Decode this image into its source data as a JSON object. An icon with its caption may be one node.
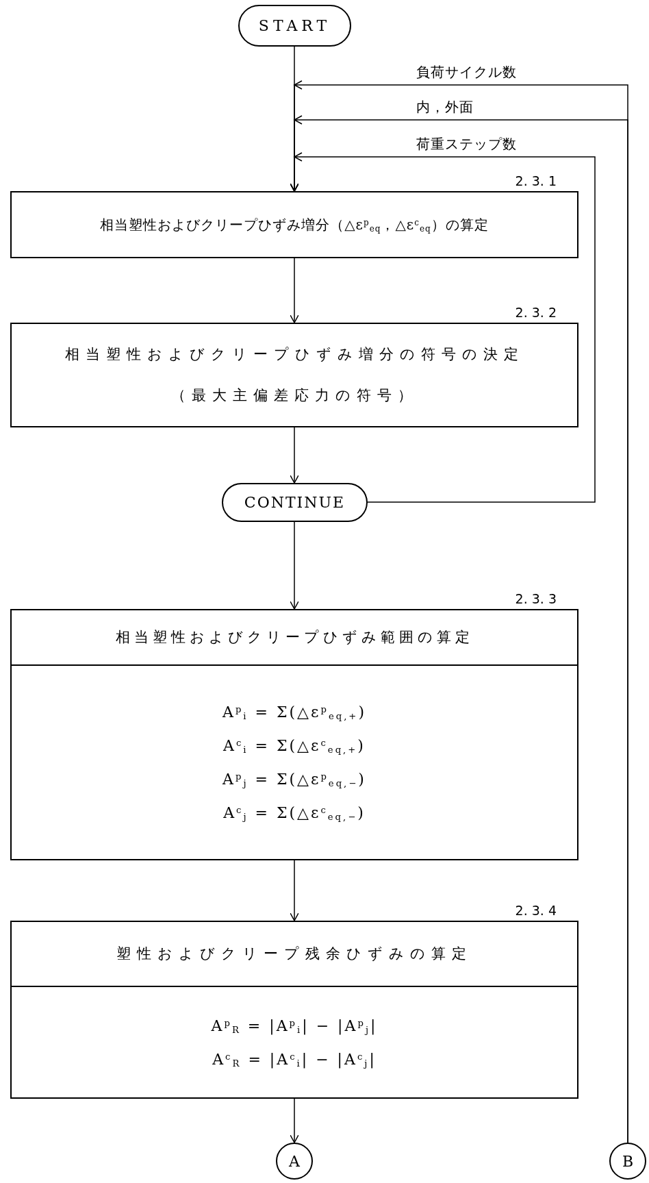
{
  "diagram": {
    "nodes": [
      {
        "text": [
          "START"
        ]
      },
      {
        "text": [
          "相当塑性およびクリープひずみ増分（△ε$^{p}$$_{eq}$，△ε$^{c}$$_{eq}$）の算定"
        ],
        "beside": [
          "2. 3. 1"
        ]
      },
      {
        "text": [
          "相当塑性およびクリープひずみ増分の符号の決定",
          "（最大主偏差応力の符号）"
        ],
        "beside": [
          "2. 3. 2"
        ]
      },
      {
        "text": [
          "CONTINUE"
        ]
      },
      {
        "text": [
          "相当塑性およびクリープひずみ範囲の算定",
          "A$^{p}$$_{i}$ = Σ(△ε$^{p}$$_{eq,+}$)",
          "A$^{c}$$_{i}$ = Σ(△ε$^{c}$$_{eq,+}$)",
          "A$^{p}$$_{j}$ = Σ(△ε$^{p}$$_{eq,−}$)",
          "A$^{c}$$_{j}$ = Σ(△ε$^{c}$$_{eq,−}$)"
        ],
        "beside": [
          "2. 3. 3"
        ]
      },
      {
        "text": [
          "塑性およびクリープ残余ひずみの算定",
          "A$^{p}$$_{R}$ = |A$^{p}$$_{i}$| − |A$^{p}$$_{j}$|",
          "A$^{c}$$_{R}$ = |A$^{c}$$_{i}$| − |A$^{c}$$_{j}$|"
        ],
        "beside": [
          "2. 3. 4"
        ]
      },
      {
        "text": [
          "A"
        ]
      },
      {
        "text": [
          "B"
        ]
      }
    ],
    "edges": [
      {
        "from": 0,
        "to": 1,
        "arrow": "to"
      },
      {
        "from": 1,
        "to": 2,
        "arrow": "to"
      },
      {
        "from": 2,
        "to": 3,
        "arrow": "to"
      },
      {
        "from": 3,
        "to": 4,
        "arrow": "to"
      },
      {
        "from": 4,
        "to": 5,
        "arrow": "to"
      },
      {
        "from": 5,
        "to": 6,
        "arrow": "to"
      },
      {
        "from": 7,
        "to": 1,
        "arrow": "to",
        "label": "負荷サイクル数"
      },
      {
        "from": 7,
        "to": 1,
        "arrow": "to",
        "label": "内，外面"
      },
      {
        "from": 3,
        "to": 1,
        "arrow": "to",
        "label": "荷重ステップ数"
      }
    ]
  }
}
